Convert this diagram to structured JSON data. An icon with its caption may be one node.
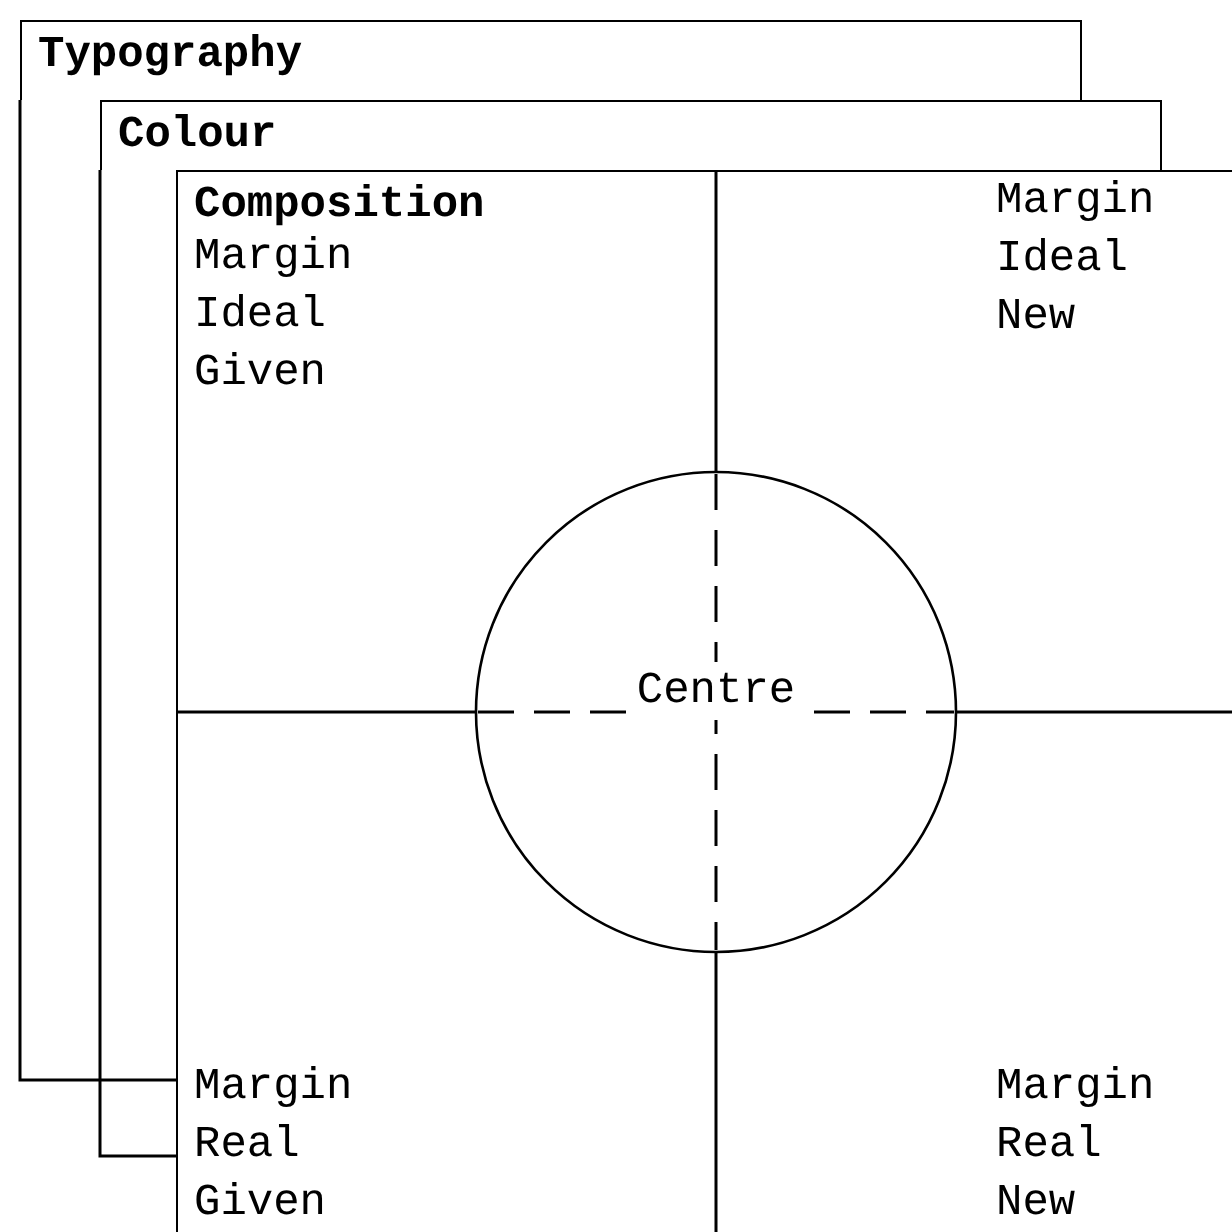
{
  "diagram": {
    "nodes": [
      {
        "text": [
          "Typography"
        ]
      },
      {
        "text": [
          "Colour"
        ]
      },
      {
        "text": [
          "Composition"
        ]
      },
      {
        "text": [
          "Margin",
          "Ideal",
          "Given"
        ],
        "in": 2
      },
      {
        "text": [
          "Margin",
          "Ideal",
          "New"
        ],
        "in": 2
      },
      {
        "text": [
          "Centre"
        ],
        "in": 2
      },
      {
        "text": [
          "Margin",
          "Real",
          "Given"
        ],
        "in": 2
      },
      {
        "text": [
          "Margin",
          "Real",
          "New"
        ],
        "in": 2
      }
    ]
  }
}
